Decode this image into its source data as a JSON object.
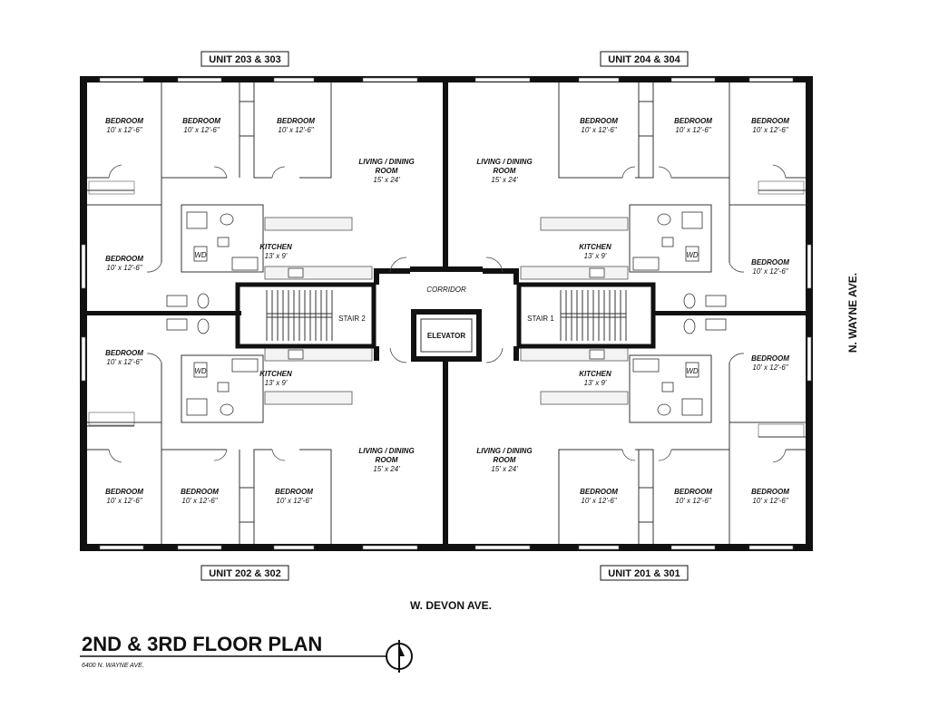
{
  "drawing": {
    "title": "2ND & 3RD FLOOR PLAN",
    "address": "6400 N. WAYNE AVE."
  },
  "units": {
    "top_left": "UNIT 203 & 303",
    "top_right": "UNIT 204 & 304",
    "bottom_left": "UNIT 202 & 302",
    "bottom_right": "UNIT 201 & 301"
  },
  "streets": {
    "south": "W. DEVON AVE.",
    "east": "N. WAYNE AVE."
  },
  "rooms": {
    "bedroom": "BEDROOM",
    "bedroom_size": "10' x 12'-6\"",
    "living_line1": "LIVING / DINING",
    "living_line2": "ROOM",
    "living_size": "15' x 24'",
    "kitchen": "KITCHEN",
    "kitchen_size": "13' x 9'",
    "corridor": "CORRIDOR",
    "elevator": "ELEVATOR",
    "stair1": "STAIR 1",
    "stair2": "STAIR 2",
    "wd": "WD"
  }
}
